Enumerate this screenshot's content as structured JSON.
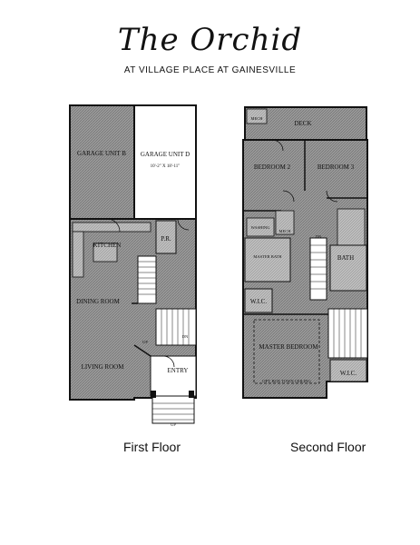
{
  "header": {
    "title": "The Orchid",
    "subtitle": "AT VILLAGE PLACE AT GAINESVILLE"
  },
  "first_floor": {
    "label": "First Floor",
    "rooms": {
      "garage_b": "GARAGE UNIT B",
      "garage_d": "GARAGE UNIT D",
      "garage_d_dims": "10'-2\" X 18'-11\"",
      "kitchen": "KITCHEN",
      "pr": "P.R.",
      "dining": "DINING ROOM",
      "living": "LIVING ROOM",
      "entry": "ENTRY",
      "up1": "UP",
      "dn1": "DN",
      "up2": "UP"
    }
  },
  "second_floor": {
    "label": "Second Floor",
    "rooms": {
      "mech1": "MECH",
      "deck": "DECK",
      "bed2": "BEDROOM 2",
      "bed3": "BEDROOM 3",
      "laundry": "WASHING",
      "mech2": "MECH",
      "dn": "DN",
      "master_bath": "MASTER BATH",
      "wic1": "W.I.C.",
      "bath": "BATH",
      "master_bed": "MASTER BEDROOM",
      "ceiling": "OPT. BOX TOWN CEILING",
      "wic2": "W.I.C."
    }
  },
  "colors": {
    "ink": "#111111",
    "fill_hatch": "#8f8f8f",
    "fill_light": "#b8b8b8",
    "paper": "#ffffff"
  }
}
